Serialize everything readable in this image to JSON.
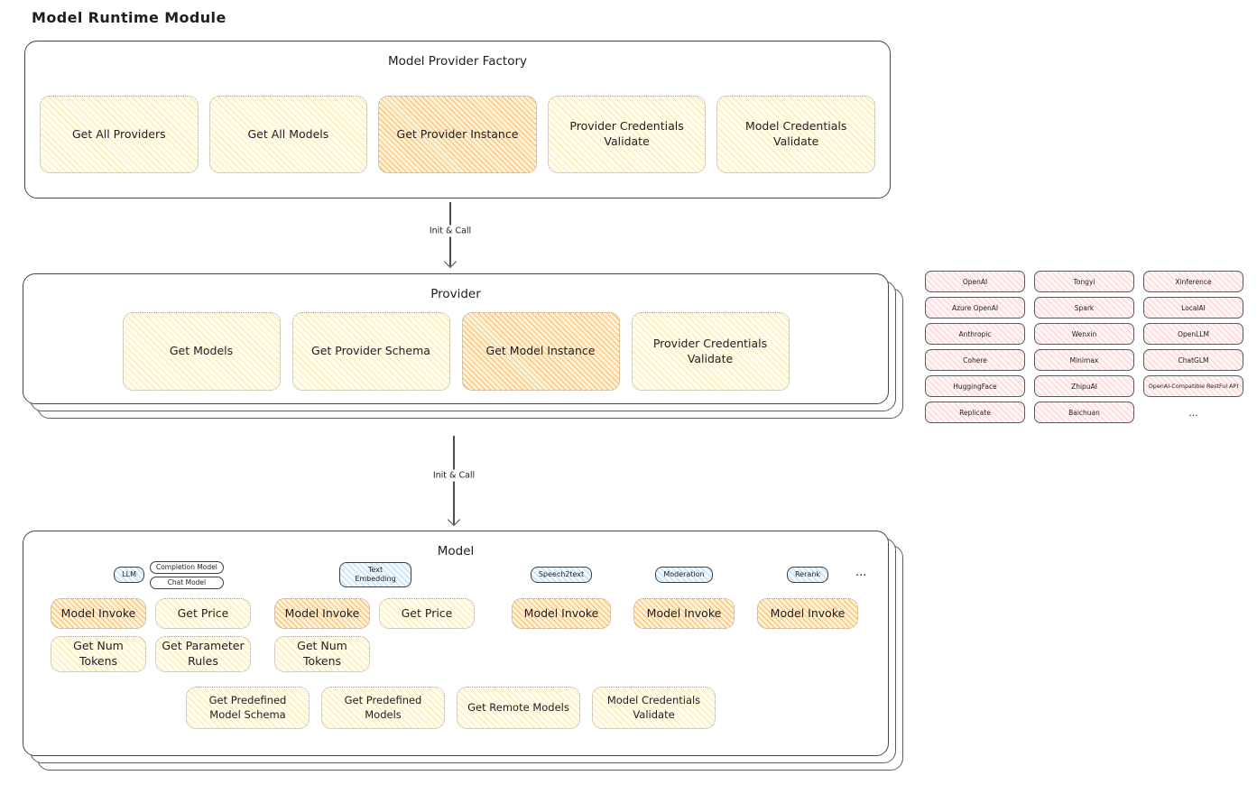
{
  "title": "Model Runtime Module",
  "colors": {
    "border_dark": "#43484d",
    "node_fill": "#fffcf0",
    "node_hatch": "#ffe082",
    "node_highlight_hatch": "#ffb052",
    "tab_fill_blue": "#e7f5ff",
    "provider_pill_fill": "#ffe3e3"
  },
  "arrows": {
    "top": "Init & Call",
    "bottom": "Init & Call"
  },
  "factory": {
    "label": "Model Provider Factory",
    "buttons": [
      {
        "label": "Get All Providers",
        "highlight": false
      },
      {
        "label": "Get All Models",
        "highlight": false
      },
      {
        "label": "Get Provider Instance",
        "highlight": true
      },
      {
        "label": "Provider Credentials Validate",
        "highlight": false
      },
      {
        "label": "Model Credentials Validate",
        "highlight": false
      }
    ]
  },
  "provider": {
    "label": "Provider",
    "buttons": [
      {
        "label": "Get Models",
        "highlight": false
      },
      {
        "label": "Get Provider Schema",
        "highlight": false
      },
      {
        "label": "Get Model Instance",
        "highlight": true
      },
      {
        "label": "Provider Credentials Validate",
        "highlight": false
      }
    ]
  },
  "provider_grid": {
    "items": [
      "OpenAI",
      "Tongyi",
      "Xinference",
      "Azure OpenAI",
      "Spark",
      "LocalAI",
      "Anthropic",
      "Wenxin",
      "OpenLLM",
      "Cohere",
      "Minimax",
      "ChatGLM",
      "HuggingFace",
      "ZhipuAI",
      "OpenAI-Compatible RestFul API",
      "Replicate",
      "Baichuan",
      "..."
    ]
  },
  "model": {
    "label": "Model",
    "ellipsis": "...",
    "groups": [
      {
        "tab": "LLM",
        "subtabs": [
          "Completion Model",
          "Chat Model"
        ],
        "row1": [
          {
            "label": "Model Invoke",
            "highlight": true
          },
          {
            "label": "Get Price",
            "highlight": false
          }
        ],
        "row2": [
          {
            "label": "Get Num Tokens",
            "highlight": false
          },
          {
            "label": "Get Parameter Rules",
            "highlight": false
          }
        ]
      },
      {
        "tab": "Text Embedding",
        "subtabs": [],
        "row1": [
          {
            "label": "Model Invoke",
            "highlight": true
          },
          {
            "label": "Get Price",
            "highlight": false
          }
        ],
        "row2": [
          {
            "label": "Get Num Tokens",
            "highlight": false
          }
        ]
      },
      {
        "tab": "Speech2text",
        "subtabs": [],
        "row1": [
          {
            "label": "Model Invoke",
            "highlight": true
          }
        ],
        "row2": []
      },
      {
        "tab": "Moderation",
        "subtabs": [],
        "row1": [
          {
            "label": "Model Invoke",
            "highlight": true
          }
        ],
        "row2": []
      },
      {
        "tab": "Rerank",
        "subtabs": [],
        "row1": [
          {
            "label": "Model Invoke",
            "highlight": true
          }
        ],
        "row2": []
      }
    ],
    "bottom_buttons": [
      {
        "label": "Get Predefined Model Schema"
      },
      {
        "label": "Get Predefined Models"
      },
      {
        "label": "Get Remote Models"
      },
      {
        "label": "Model Credentials Validate"
      }
    ]
  }
}
